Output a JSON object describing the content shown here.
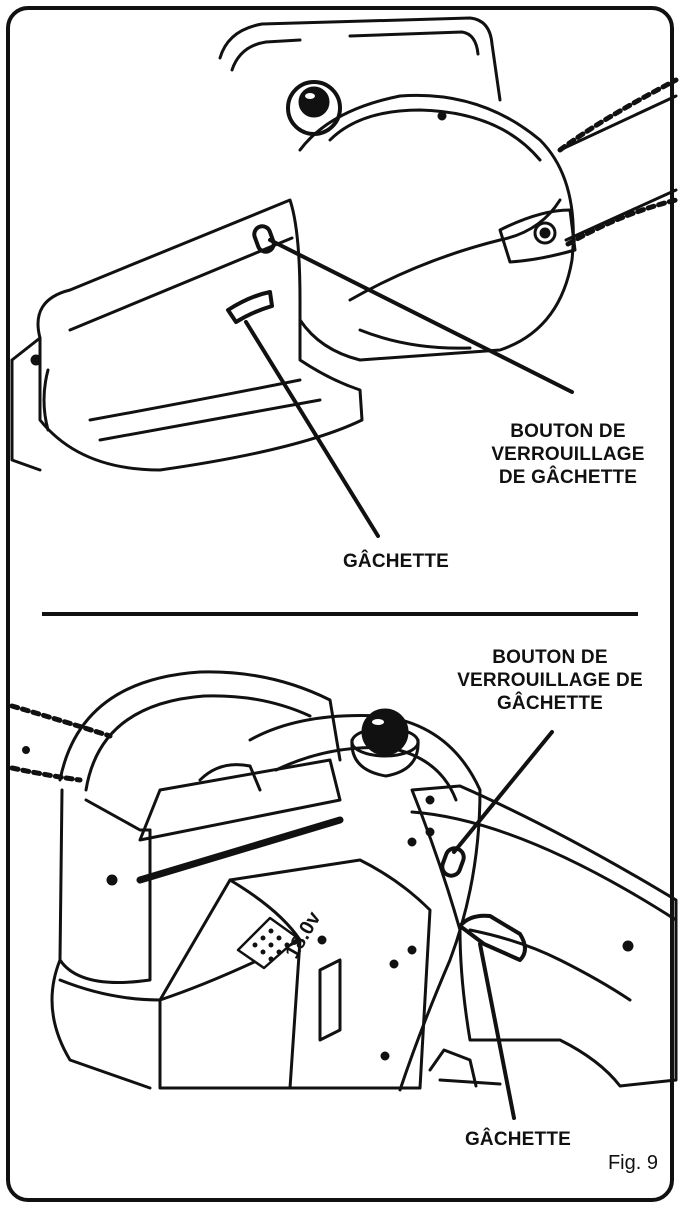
{
  "top_panel": {
    "lock_button_label": "BOUTON DE\nVERROUILLAGE\nDE GÂCHETTE",
    "trigger_label": "GÂCHETTE"
  },
  "bottom_panel": {
    "lock_button_label": "BOUTON DE\nVERROUILLAGE DE\nGÂCHETTE",
    "trigger_label": "GÂCHETTE",
    "battery_voltage": "18.0v"
  },
  "figure_caption": "Fig. 9",
  "colors": {
    "ink": "#111111",
    "paper": "#ffffff"
  }
}
